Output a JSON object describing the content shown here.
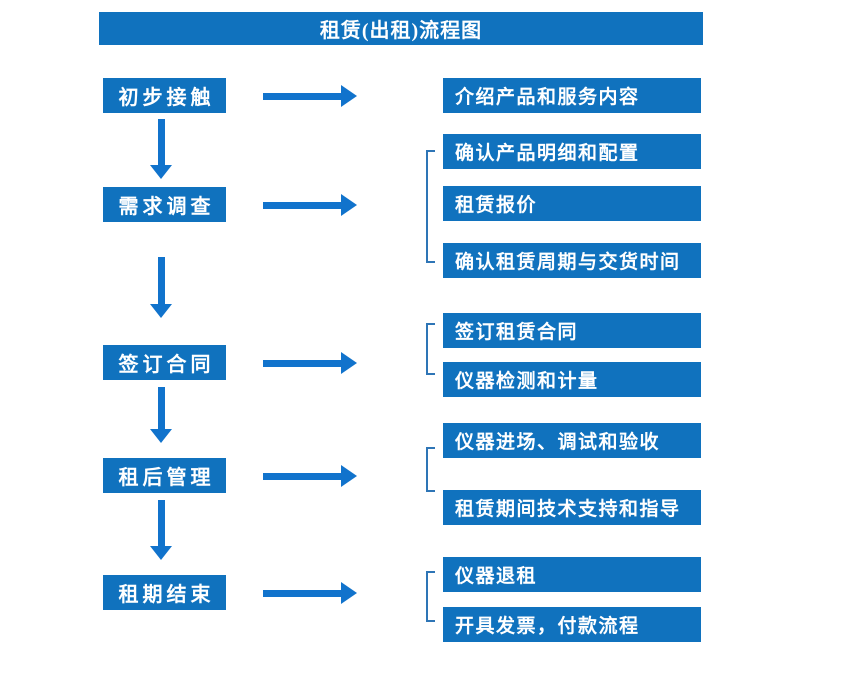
{
  "title": "租赁(出租)流程图",
  "colors": {
    "box_blue": "#1072BE",
    "arrow_blue": "#1173CC",
    "bracket_blue": "#2E75B6",
    "text_white": "#FFFFFF",
    "background": "#FFFFFF"
  },
  "stages": [
    {
      "label": "初步接触",
      "outputs": [
        "介绍产品和服务内容"
      ]
    },
    {
      "label": "需求调查",
      "outputs": [
        "确认产品明细和配置",
        "租赁报价",
        "确认租赁周期与交货时间"
      ]
    },
    {
      "label": "签订合同",
      "outputs": [
        "签订租赁合同",
        "仪器检测和计量"
      ]
    },
    {
      "label": "租后管理",
      "outputs": [
        "仪器进场、调试和验收",
        "租赁期间技术支持和指导"
      ]
    },
    {
      "label": "租期结束",
      "outputs": [
        "仪器退租",
        "开具发票，付款流程"
      ]
    }
  ]
}
